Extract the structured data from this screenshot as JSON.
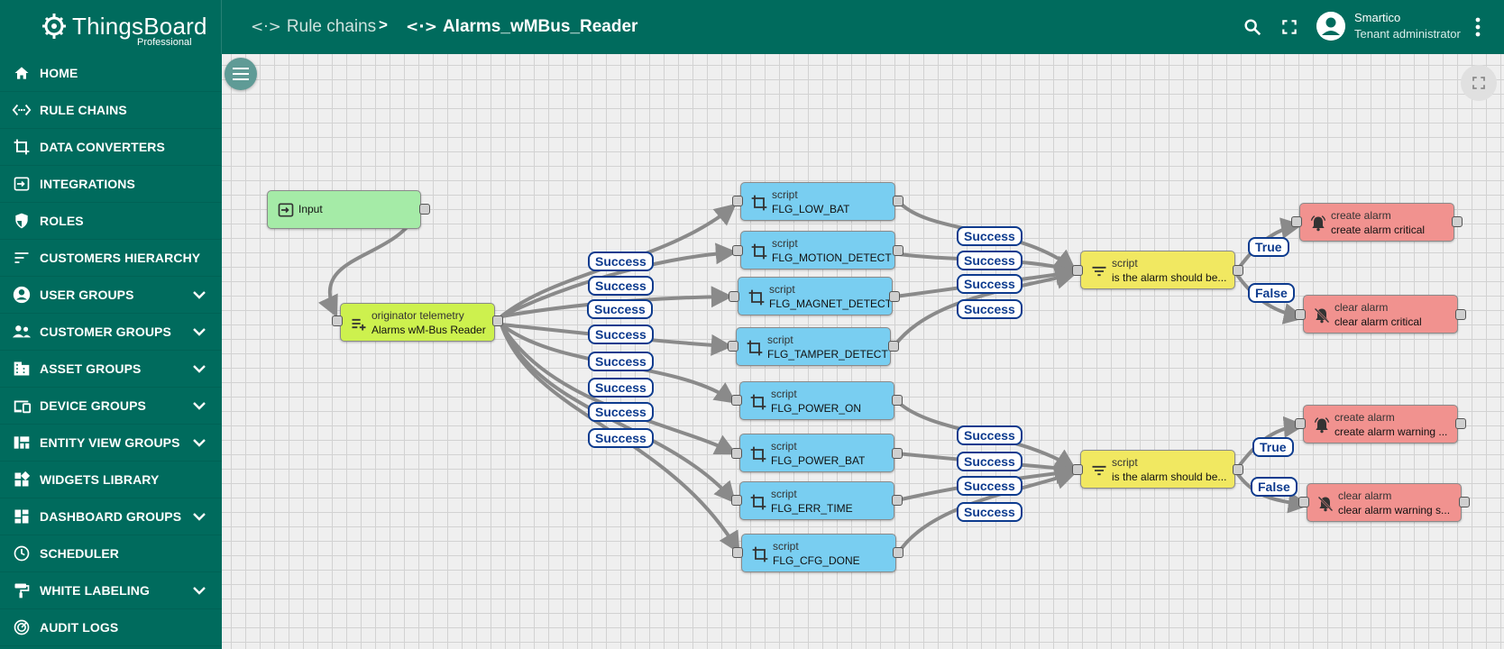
{
  "app": {
    "logo_text": "ThingsBoard",
    "logo_sub": "Professional"
  },
  "breadcrumb": {
    "parent": "Rule chains",
    "separator": ">",
    "current": "Alarms_wMBus_Reader"
  },
  "user": {
    "name": "Smartico",
    "role": "Tenant administrator"
  },
  "icons": {
    "search": "search-icon",
    "fullscreen": "fullscreen-icon",
    "more": "more-vert-icon",
    "menu": "menu-icon"
  },
  "sidebar": {
    "items": [
      {
        "label": "HOME",
        "icon": "home-icon",
        "expandable": false
      },
      {
        "label": "RULE CHAINS",
        "icon": "rule-chain-icon",
        "expandable": false
      },
      {
        "label": "DATA CONVERTERS",
        "icon": "transform-icon",
        "expandable": false
      },
      {
        "label": "INTEGRATIONS",
        "icon": "input-icon",
        "expandable": false
      },
      {
        "label": "ROLES",
        "icon": "security-icon",
        "expandable": false
      },
      {
        "label": "CUSTOMERS HIERARCHY",
        "icon": "sort-icon",
        "expandable": false
      },
      {
        "label": "USER GROUPS",
        "icon": "account-circle-icon",
        "expandable": true
      },
      {
        "label": "CUSTOMER GROUPS",
        "icon": "supervisor-icon",
        "expandable": true
      },
      {
        "label": "ASSET GROUPS",
        "icon": "domain-icon",
        "expandable": true
      },
      {
        "label": "DEVICE GROUPS",
        "icon": "devices-icon",
        "expandable": true
      },
      {
        "label": "ENTITY VIEW GROUPS",
        "icon": "view-quilt-icon",
        "expandable": true
      },
      {
        "label": "WIDGETS LIBRARY",
        "icon": "widgets-icon",
        "expandable": false
      },
      {
        "label": "DASHBOARD GROUPS",
        "icon": "dashboard-icon",
        "expandable": true
      },
      {
        "label": "SCHEDULER",
        "icon": "schedule-icon",
        "expandable": false
      },
      {
        "label": "WHITE LABELING",
        "icon": "format-paint-icon",
        "expandable": true
      },
      {
        "label": "AUDIT LOGS",
        "icon": "track-changes-icon",
        "expandable": false
      }
    ]
  },
  "colors": {
    "primary": "#006b5d",
    "input_node": "#a5eba7",
    "enrichment_node": "#cdf14e",
    "transform_node": "#79cef1",
    "filter_node": "#f1e861",
    "action_node": "#f1928f",
    "link": "#8a8a8a",
    "label_border": "#0d3b8e"
  },
  "rule_chain": {
    "nodes": [
      {
        "type": "",
        "name": "Input",
        "kind": "input"
      },
      {
        "type": "originator telemetry",
        "name": "Alarms wM-Bus Reader",
        "kind": "enrichment"
      },
      {
        "type": "script",
        "name": "FLG_LOW_BAT",
        "kind": "transform"
      },
      {
        "type": "script",
        "name": "FLG_MOTION_DETECT",
        "kind": "transform"
      },
      {
        "type": "script",
        "name": "FLG_MAGNET_DETECT",
        "kind": "transform"
      },
      {
        "type": "script",
        "name": "FLG_TAMPER_DETECT",
        "kind": "transform"
      },
      {
        "type": "script",
        "name": "FLG_POWER_ON",
        "kind": "transform"
      },
      {
        "type": "script",
        "name": "FLG_POWER_BAT",
        "kind": "transform"
      },
      {
        "type": "script",
        "name": "FLG_ERR_TIME",
        "kind": "transform"
      },
      {
        "type": "script",
        "name": "FLG_CFG_DONE",
        "kind": "transform"
      },
      {
        "type": "script",
        "name": "is the alarm should be...",
        "kind": "filter"
      },
      {
        "type": "script",
        "name": "is the alarm should be...",
        "kind": "filter"
      },
      {
        "type": "create alarm",
        "name": "create alarm critical",
        "kind": "action"
      },
      {
        "type": "clear alarm",
        "name": "clear alarm critical",
        "kind": "action"
      },
      {
        "type": "create alarm",
        "name": "create alarm warning ...",
        "kind": "action"
      },
      {
        "type": "clear alarm",
        "name": "clear alarm warning s...",
        "kind": "action"
      }
    ],
    "links": [
      {
        "from": 0,
        "to": 1,
        "label": ""
      },
      {
        "from": 1,
        "to": 2,
        "label": "Success"
      },
      {
        "from": 1,
        "to": 3,
        "label": "Success"
      },
      {
        "from": 1,
        "to": 4,
        "label": "Success"
      },
      {
        "from": 1,
        "to": 5,
        "label": "Success"
      },
      {
        "from": 1,
        "to": 6,
        "label": "Success"
      },
      {
        "from": 1,
        "to": 7,
        "label": "Success"
      },
      {
        "from": 1,
        "to": 8,
        "label": "Success"
      },
      {
        "from": 1,
        "to": 9,
        "label": "Success"
      },
      {
        "from": 2,
        "to": 10,
        "label": "Success"
      },
      {
        "from": 3,
        "to": 10,
        "label": "Success"
      },
      {
        "from": 4,
        "to": 10,
        "label": "Success"
      },
      {
        "from": 5,
        "to": 10,
        "label": "Success"
      },
      {
        "from": 6,
        "to": 11,
        "label": "Success"
      },
      {
        "from": 7,
        "to": 11,
        "label": "Success"
      },
      {
        "from": 8,
        "to": 11,
        "label": "Success"
      },
      {
        "from": 9,
        "to": 11,
        "label": "Success"
      },
      {
        "from": 10,
        "to": 12,
        "label": "True"
      },
      {
        "from": 10,
        "to": 13,
        "label": "False"
      },
      {
        "from": 11,
        "to": 14,
        "label": "True"
      },
      {
        "from": 11,
        "to": 15,
        "label": "False"
      }
    ]
  }
}
